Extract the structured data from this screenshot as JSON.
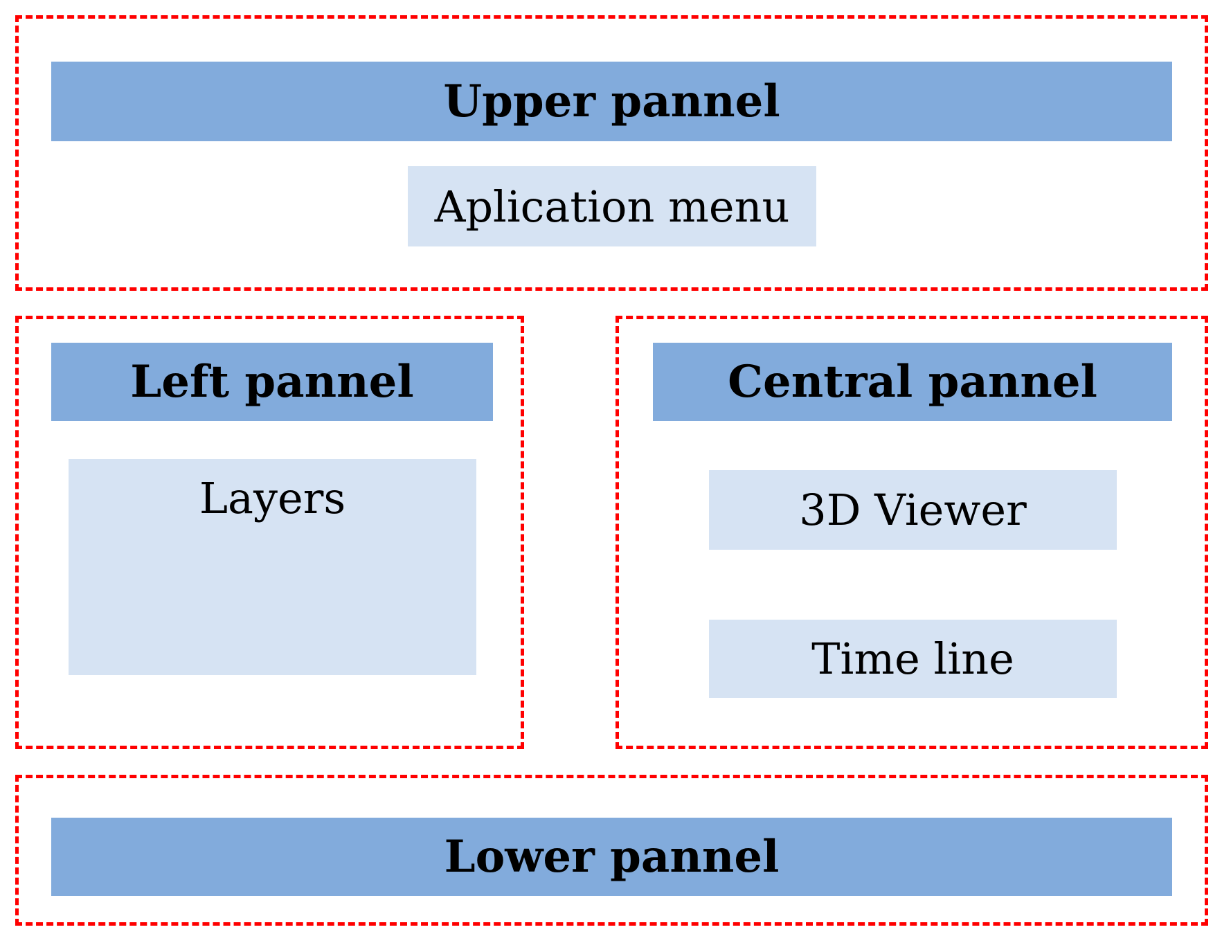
{
  "colors": {
    "region_border": "#ff0000",
    "header_fill": "#82abdc",
    "sub_box_fill": "#d6e3f3",
    "text": "#000000"
  },
  "upper_panel": {
    "title": "Upper pannel",
    "items": [
      "Aplication menu"
    ]
  },
  "left_panel": {
    "title": "Left pannel",
    "items": [
      "Layers"
    ]
  },
  "central_panel": {
    "title": "Central pannel",
    "items": [
      "3D Viewer",
      "Time line"
    ]
  },
  "lower_panel": {
    "title": "Lower pannel"
  }
}
